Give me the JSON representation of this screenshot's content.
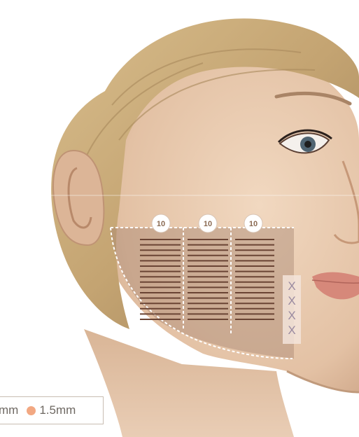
{
  "grid": {
    "section_labels": [
      "10",
      "10",
      "10"
    ]
  },
  "legend": {
    "left_label": "mm",
    "right_label": "1.5mm",
    "dot_color": "#f2a882"
  },
  "colors": {
    "skin": "#e8cbb1",
    "skin_shadow": "#cfa88a",
    "hair": "#c8aa78",
    "lip": "#d88a7e",
    "line_color": "#6a4434",
    "guide_color": "#ffffff",
    "treatment_zone": "#b79884"
  },
  "markers": {
    "glyph": "X",
    "count": 4
  }
}
